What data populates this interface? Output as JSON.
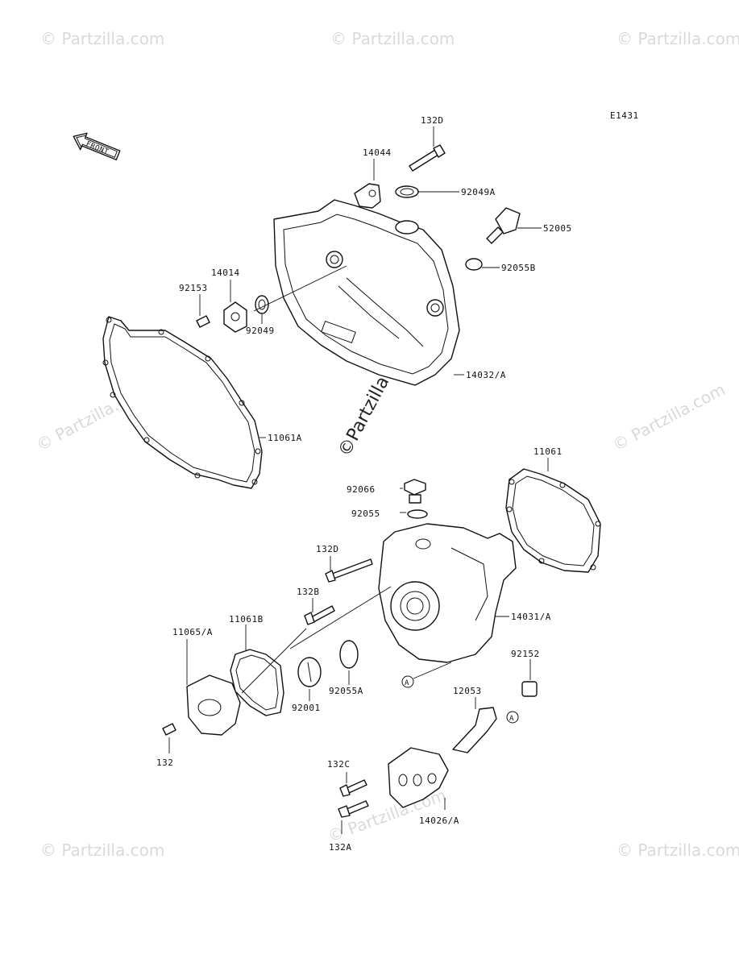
{
  "diagram_code": "E1431",
  "front_label": "FRONT",
  "callout_ref": "A",
  "watermark": {
    "text": "© Partzilla.com",
    "center_text": "©Partzilla.com"
  },
  "labels": {
    "p132D_top": "132D",
    "p14044": "14044",
    "p92049A": "92049A",
    "p52005": "52005",
    "p92055B": "92055B",
    "p14014": "14014",
    "p92153": "92153",
    "p92049": "92049",
    "p14032A": "14032/A",
    "p11061A": "11061A",
    "p11061": "11061",
    "p92066": "92066",
    "p92055": "92055",
    "p132D_mid": "132D",
    "p132B": "132B",
    "p14031A": "14031/A",
    "p11061B": "11061B",
    "p11065A": "11065/A",
    "p92055A": "92055A",
    "p92001": "92001",
    "p92152": "92152",
    "p12053": "12053",
    "p132": "132",
    "p132C": "132C",
    "p14026A": "14026/A",
    "p132A": "132A"
  }
}
